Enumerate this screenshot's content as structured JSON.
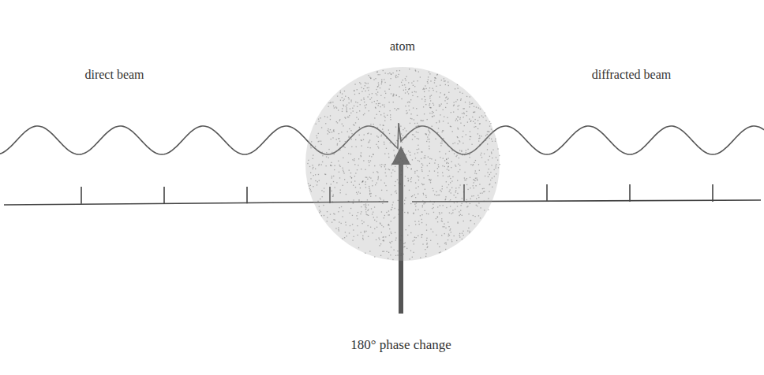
{
  "diagram": {
    "nodes": [
      {
        "text": [
          "atom"
        ]
      }
    ],
    "labels": [
      "direct beam",
      "diffracted beam",
      "180° phase change"
    ]
  }
}
